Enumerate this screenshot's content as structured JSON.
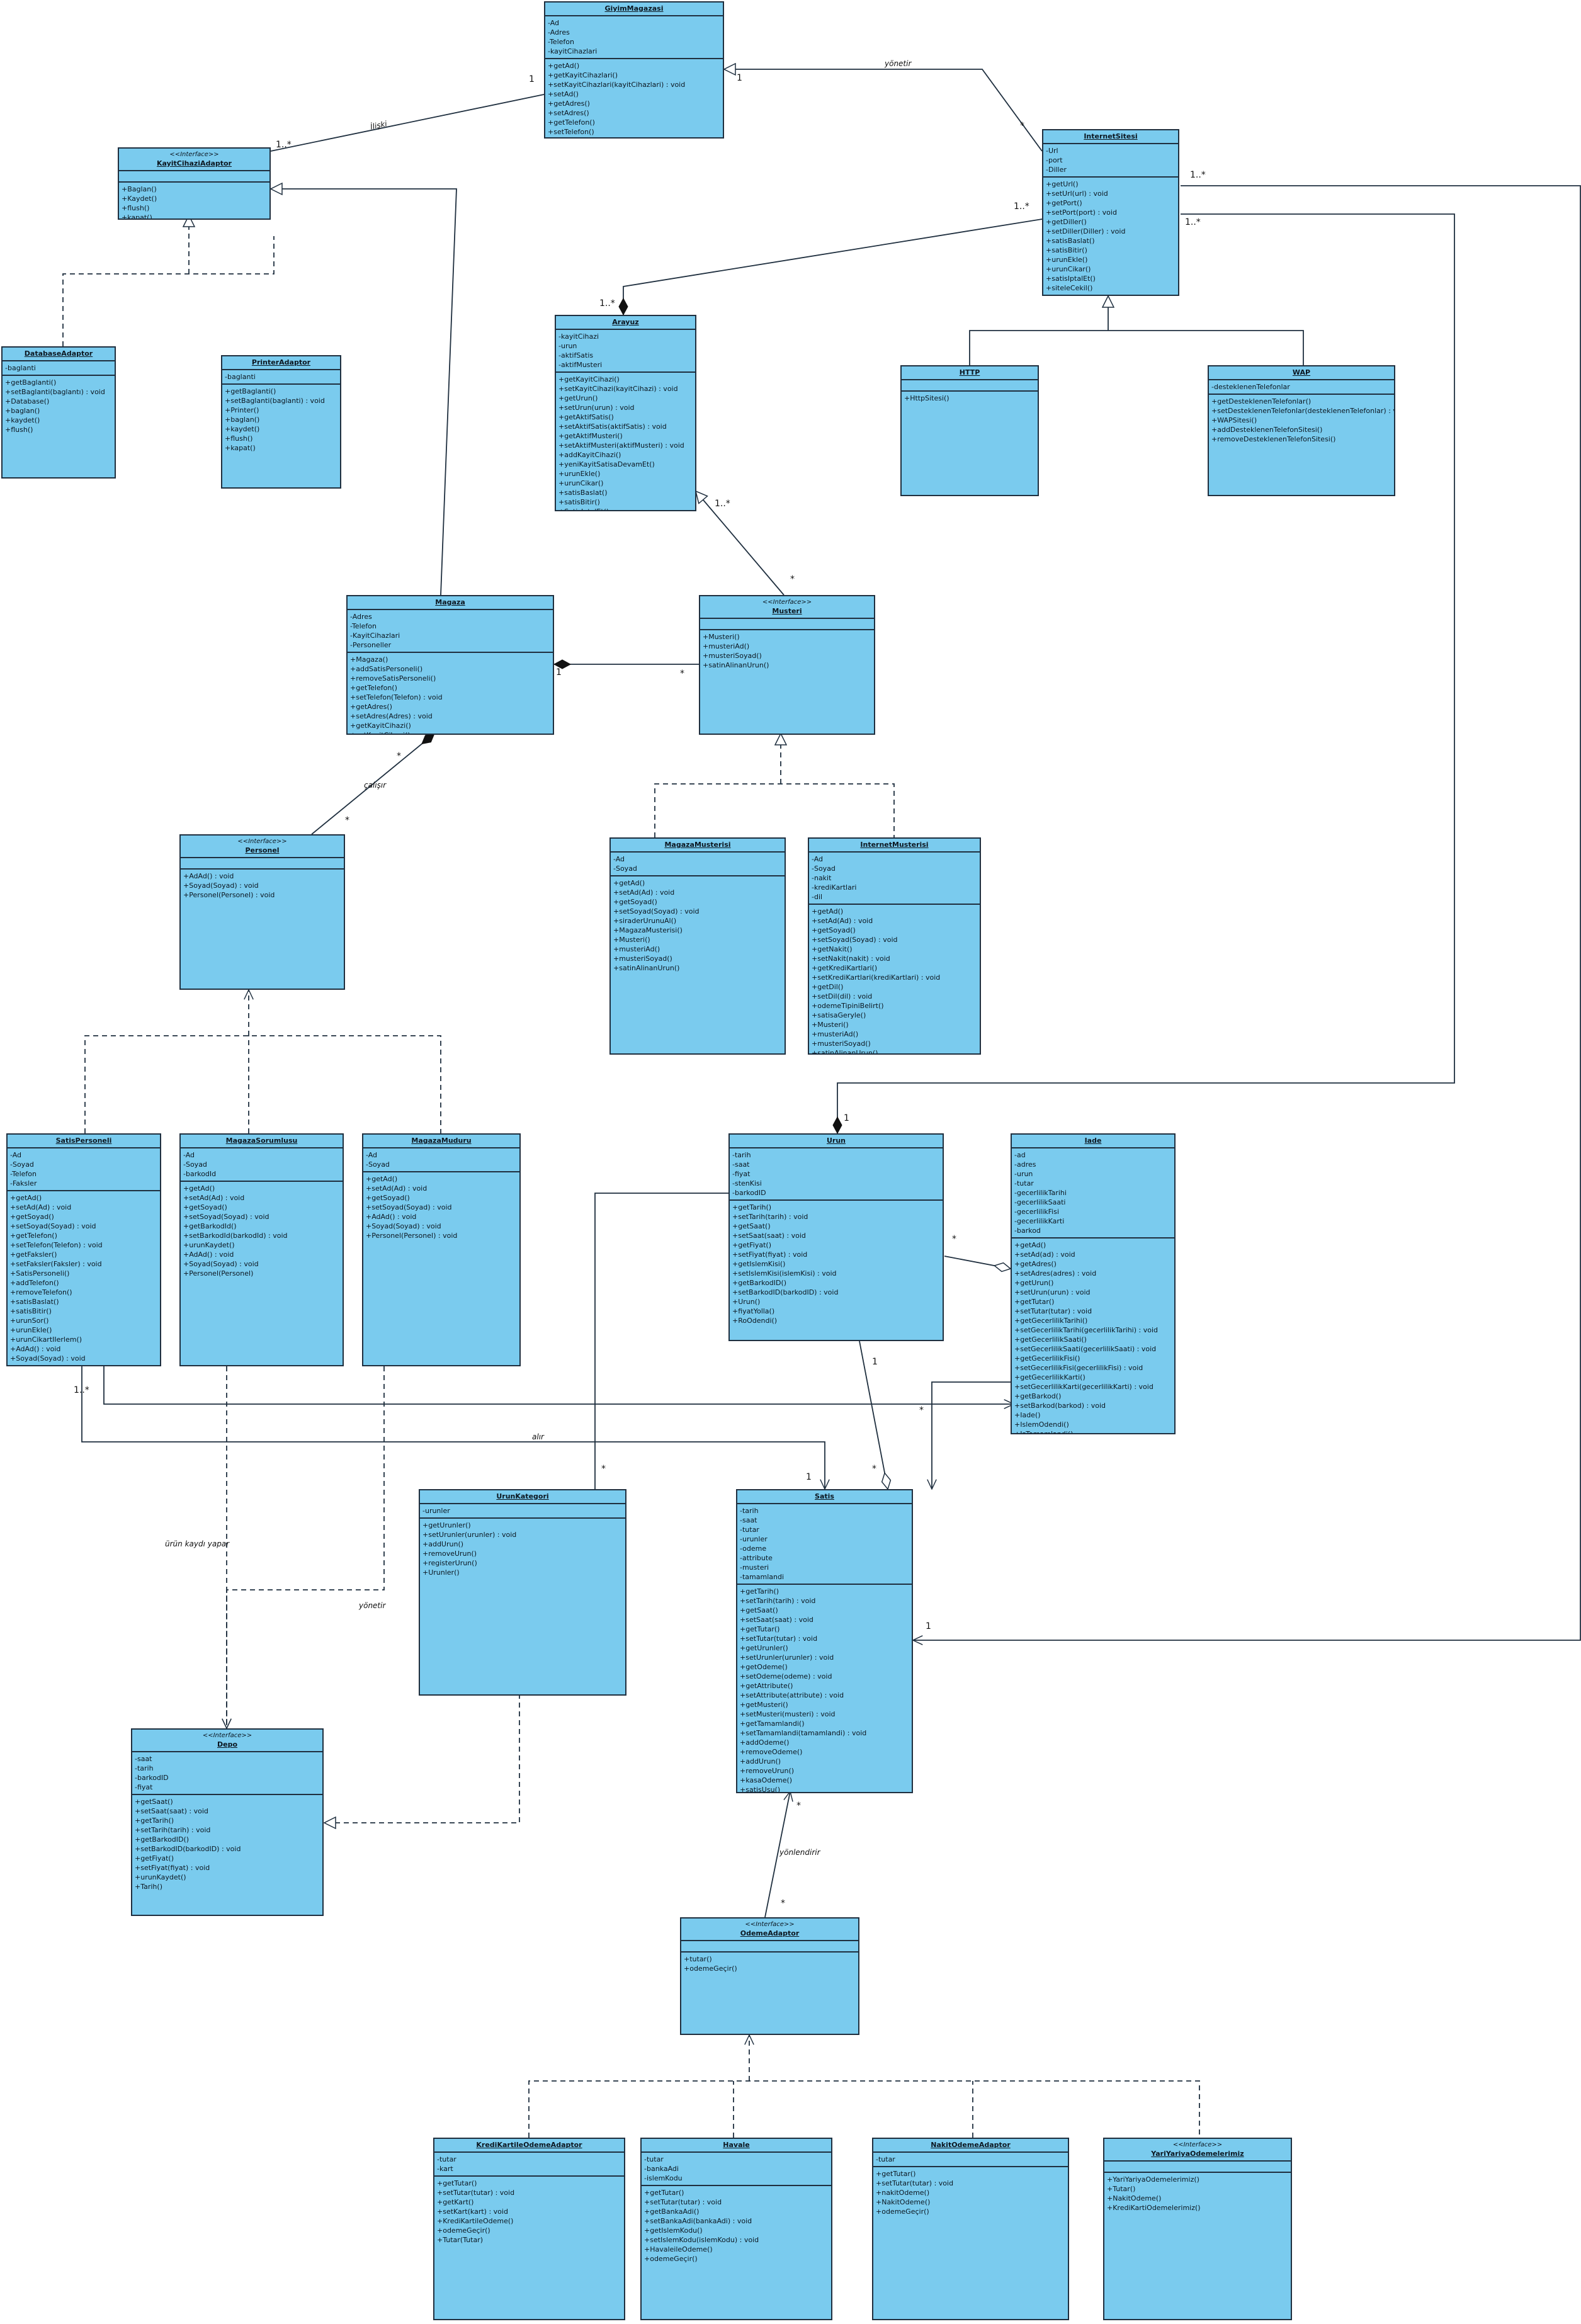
{
  "classes": [
    {
      "id": "GiyimMagazasi",
      "stereotype": "",
      "name": "GiyimMagazasi",
      "attrs": [
        "-Ad",
        "-Adres",
        "-Telefon",
        "-kayitCihazlari"
      ],
      "ops": [
        "+getAd()",
        "+getKayitCihazlari()",
        "+setKayitCihazlari(kayitCihazlari) : void",
        "+setAd()",
        "+getAdres()",
        "+setAdres()",
        "+getTelefon()",
        "+setTelefon()"
      ]
    },
    {
      "id": "InternetSitesi",
      "stereotype": "",
      "name": "InternetSitesi",
      "attrs": [
        "-Url",
        "-port",
        "-Diller"
      ],
      "ops": [
        "+getUrl()",
        "+setUrl(url) : void",
        "+getPort()",
        "+setPort(port) : void",
        "+getDiller()",
        "+setDiller(Diller) : void",
        "+satisBaslat()",
        "+satisBitir()",
        "+urunEkle()",
        "+urunCikar()",
        "+satisIptalEt()",
        "+siteleCekil()"
      ]
    },
    {
      "id": "KayitCihaziAdaptor",
      "stereotype": "<<Interface>>",
      "name": "KayitCihaziAdaptor",
      "attrs": [],
      "ops": [
        "+Baglan()",
        "+Kaydet()",
        "+flush()",
        "+kapat()"
      ]
    },
    {
      "id": "DatabaseAdaptor",
      "stereotype": "",
      "name": "DatabaseAdaptor",
      "attrs": [
        "-baglanti"
      ],
      "ops": [
        "+getBaglanti()",
        "+setBaglanti(baglantı) : void",
        "+Database()",
        "+baglan()",
        "+kaydet()",
        "+flush()"
      ]
    },
    {
      "id": "PrinterAdaptor",
      "stereotype": "",
      "name": "PrinterAdaptor",
      "attrs": [
        "-baglanti"
      ],
      "ops": [
        "+getBaglanti()",
        "+setBaglanti(baglanti) : void",
        "+Printer()",
        "+baglan()",
        "+kaydet()",
        "+flush()",
        "+kapat()"
      ]
    },
    {
      "id": "Arayuz",
      "stereotype": "",
      "name": "Arayuz",
      "attrs": [
        "-kayitCihazi",
        "-urun",
        "-aktifSatis",
        "-aktifMusteri"
      ],
      "ops": [
        "+getKayitCihazi()",
        "+setKayitCihazi(kayitCihazi) : void",
        "+getUrun()",
        "+setUrun(urun) : void",
        "+getAktifSatis()",
        "+setAktifSatis(aktifSatis) : void",
        "+getAktifMusteri()",
        "+setAktifMusteri(aktifMusteri) : void",
        "+addKayitCihazi()",
        "+yeniKayitSatisaDevamEt()",
        "+urunEkle()",
        "+urunCikar()",
        "+satisBaslat()",
        "+satisBitir()",
        "+SatisIptalEt()"
      ]
    },
    {
      "id": "HTTP",
      "stereotype": "",
      "name": "HTTP",
      "attrs": [],
      "ops": [
        "+HttpSitesi()"
      ]
    },
    {
      "id": "WAP",
      "stereotype": "",
      "name": "WAP",
      "attrs": [
        "-desteklenenTelefonlar"
      ],
      "ops": [
        "+getDesteklenenTelefonlar()",
        "+setDesteklenenTelefonlar(desteklenenTelefonlar) : void",
        "+WAPSitesi()",
        "+addDesteklenenTelefonSitesi()",
        "+removeDesteklenenTelefonSitesi()"
      ]
    },
    {
      "id": "Magaza",
      "stereotype": "",
      "name": "Magaza",
      "attrs": [
        "-Adres",
        "-Telefon",
        "-KayitCihazlari",
        "-Personeller"
      ],
      "ops": [
        "+Magaza()",
        "+addSatisPersoneli()",
        "+removeSatisPersoneli()",
        "+getTelefon()",
        "+setTelefon(Telefon) : void",
        "+getAdres()",
        "+setAdres(Adres) : void",
        "+getKayitCihazi()",
        "+setKayitCihazi()"
      ]
    },
    {
      "id": "Musteri",
      "stereotype": "<<Interface>>",
      "name": "Musteri",
      "attrs": [],
      "ops": [
        "+Musteri()",
        "+musteriAd()",
        "+musteriSoyad()",
        "+satinAlinanUrun()"
      ]
    },
    {
      "id": "Personel",
      "stereotype": "<<Interface>>",
      "name": "Personel",
      "attrs": [],
      "ops": [
        "+AdAd() : void",
        "+Soyad(Soyad) : void",
        "+Personel(Personel) : void"
      ]
    },
    {
      "id": "MagazaMusterisi",
      "stereotype": "",
      "name": "MagazaMusterisi",
      "attrs": [
        "-Ad",
        "-Soyad"
      ],
      "ops": [
        "+getAd()",
        "+setAd(Ad) : void",
        "+getSoyad()",
        "+setSoyad(Soyad) : void",
        "+siraderUrunuAl()",
        "+MagazaMusterisi()",
        "+Musteri()",
        "+musteriAd()",
        "+musteriSoyad()",
        "+satinAlinanUrun()"
      ]
    },
    {
      "id": "InternetMusterisi",
      "stereotype": "",
      "name": "InternetMusterisi",
      "attrs": [
        "-Ad",
        "-Soyad",
        "-nakit",
        "-krediKartlari",
        "-dil"
      ],
      "ops": [
        "+getAd()",
        "+setAd(Ad) : void",
        "+getSoyad()",
        "+setSoyad(Soyad) : void",
        "+getNakit()",
        "+setNakit(nakit) : void",
        "+getKrediKartlari()",
        "+setKrediKartlari(krediKartlari) : void",
        "+getDil()",
        "+setDil(dil) : void",
        "+odemeTipiniBelirt()",
        "+satisaGeryle()",
        "+Musteri()",
        "+musteriAd()",
        "+musteriSoyad()",
        "+satinAlinanUrun()"
      ]
    },
    {
      "id": "SatisPersoneli",
      "stereotype": "",
      "name": "SatisPersoneli",
      "attrs": [
        "-Ad",
        "-Soyad",
        "-Telefon",
        "-Faksler"
      ],
      "ops": [
        "+getAd()",
        "+setAd(Ad) : void",
        "+getSoyad()",
        "+setSoyad(Soyad) : void",
        "+getTelefon()",
        "+setTelefon(Telefon) : void",
        "+getFaksler()",
        "+setFaksler(Faksler) : void",
        "+SatisPersoneli()",
        "+addTelefon()",
        "+removeTelefon()",
        "+satisBaslat()",
        "+satisBitir()",
        "+urunSor()",
        "+urunEkle()",
        "+urunCikartIIerlem()",
        "+AdAd() : void",
        "+Soyad(Soyad) : void",
        "+Personel(Personel) : void"
      ]
    },
    {
      "id": "MagazaSorumlusu",
      "stereotype": "",
      "name": "MagazaSorumlusu",
      "attrs": [
        "-Ad",
        "-Soyad",
        "-barkodId"
      ],
      "ops": [
        "+getAd()",
        "+setAd(Ad) : void",
        "+getSoyad()",
        "+setSoyad(Soyad) : void",
        "+getBarkodId()",
        "+setBarkodId(barkodId) : void",
        "+urunKaydet()",
        "+AdAd() : void",
        "+Soyad(Soyad) : void",
        "+Personel(Personel)"
      ]
    },
    {
      "id": "MagazaMuduru",
      "stereotype": "",
      "name": "MagazaMuduru",
      "attrs": [
        "-Ad",
        "-Soyad"
      ],
      "ops": [
        "+getAd()",
        "+setAd(Ad) : void",
        "+getSoyad()",
        "+setSoyad(Soyad) : void",
        "+AdAd() : void",
        "+Soyad(Soyad) : void",
        "+Personel(Personel) : void"
      ]
    },
    {
      "id": "Urun",
      "stereotype": "",
      "name": "Urun",
      "attrs": [
        "-tarih",
        "-saat",
        "-fiyat",
        "-stenKisi",
        "-barkodID"
      ],
      "ops": [
        "+getTarih()",
        "+setTarih(tarih) : void",
        "+getSaat()",
        "+setSaat(saat) : void",
        "+getFiyat()",
        "+setFiyat(fiyat) : void",
        "+getIslemKisi()",
        "+setIslemKisi(islemKisi) : void",
        "+getBarkodID()",
        "+setBarkodID(barkodID) : void",
        "+Urun()",
        "+fiyatYolla()",
        "+RoOdendi()"
      ]
    },
    {
      "id": "Iade",
      "stereotype": "",
      "name": "Iade",
      "attrs": [
        "-ad",
        "-adres",
        "-urun",
        "-tutar",
        "-gecerlilikTarihi",
        "-gecerlilikSaati",
        "-gecerlilikFisi",
        "-gecerlilikKarti",
        "-barkod"
      ],
      "ops": [
        "+getAd()",
        "+setAd(ad) : void",
        "+getAdres()",
        "+setAdres(adres) : void",
        "+getUrun()",
        "+setUrun(urun) : void",
        "+getTutar()",
        "+setTutar(tutar) : void",
        "+getGecerlilikTarihi()",
        "+setGecerlilikTarihi(gecerlilikTarihi) : void",
        "+getGecerlilikSaati()",
        "+setGecerlilikSaati(gecerlilikSaati) : void",
        "+getGecerlilikFisi()",
        "+setGecerlilikFisi(gecerlilikFisi) : void",
        "+getGecerlilikKarti()",
        "+setGecerlilikKarti(gecerlilikKarti) : void",
        "+getBarkod()",
        "+setBarkod(barkod) : void",
        "+Iade()",
        "+IslemOdendi()",
        "+IsTamamlandi()"
      ]
    },
    {
      "id": "UrunKategori",
      "stereotype": "",
      "name": "UrunKategori",
      "attrs": [
        "-urunler"
      ],
      "ops": [
        "+getUrunler()",
        "+setUrunler(urunler) : void",
        "+addUrun()",
        "+removeUrun()",
        "+registerUrun()",
        "+Urunler()"
      ]
    },
    {
      "id": "Satis",
      "stereotype": "",
      "name": "Satis",
      "attrs": [
        "-tarih",
        "-saat",
        "-tutar",
        "-urunler",
        "-odeme",
        "-attribute",
        "-musteri",
        "-tamamlandi"
      ],
      "ops": [
        "+getTarih()",
        "+setTarih(tarih) : void",
        "+getSaat()",
        "+setSaat(saat) : void",
        "+getTutar()",
        "+setTutar(tutar) : void",
        "+getUrunler()",
        "+setUrunler(urunler) : void",
        "+getOdeme()",
        "+setOdeme(odeme) : void",
        "+getAttribute()",
        "+setAttribute(attribute) : void",
        "+getMusteri()",
        "+setMusteri(musteri) : void",
        "+getTamamlandi()",
        "+setTamamlandi(tamamlandi) : void",
        "+addOdeme()",
        "+removeOdeme()",
        "+addUrun()",
        "+removeUrun()",
        "+kasaOdeme()",
        "+satisUsu()"
      ]
    },
    {
      "id": "Depo",
      "stereotype": "<<Interface>>",
      "name": "Depo",
      "attrs": [
        "-saat",
        "-tarih",
        "-barkodID",
        "-fiyat"
      ],
      "ops": [
        "+getSaat()",
        "+setSaat(saat) : void",
        "+getTarih()",
        "+setTarih(tarih) : void",
        "+getBarkodID()",
        "+setBarkodID(barkodID) : void",
        "+getFiyat()",
        "+setFiyat(fiyat) : void",
        "+urunKaydet()",
        "+Tarih()"
      ]
    },
    {
      "id": "OdemeAdaptor",
      "stereotype": "<<Interface>>",
      "name": "OdemeAdaptor",
      "attrs": [],
      "ops": [
        "+tutar()",
        "+odemeGeçir()"
      ]
    },
    {
      "id": "KrediKartileOdemeAdaptor",
      "stereotype": "",
      "name": "KrediKartileOdemeAdaptor",
      "attrs": [
        "-tutar",
        "-kart"
      ],
      "ops": [
        "+getTutar()",
        "+setTutar(tutar) : void",
        "+getKart()",
        "+setKart(kart) : void",
        "+KrediKartileOdeme()",
        "+odemeGeçir()",
        "+Tutar(Tutar)"
      ]
    },
    {
      "id": "Havale",
      "stereotype": "",
      "name": "Havale",
      "attrs": [
        "-tutar",
        "-bankaAdi",
        "-islemKodu"
      ],
      "ops": [
        "+getTutar()",
        "+setTutar(tutar) : void",
        "+getBankaAdi()",
        "+setBankaAdi(bankaAdi) : void",
        "+getIslemKodu()",
        "+setIslemKodu(islemKodu) : void",
        "+HavaleileOdeme()",
        "+odemeGeçir()"
      ]
    },
    {
      "id": "NakitOdemeAdaptor",
      "stereotype": "",
      "name": "NakitOdemeAdaptor",
      "attrs": [
        "-tutar"
      ],
      "ops": [
        "+getTutar()",
        "+setTutar(tutar) : void",
        "+nakitOdeme()",
        "+NakitOdeme()",
        "+odemeGeçir()"
      ]
    },
    {
      "id": "YariYariyaOdemelerimiz",
      "stereotype": "<<Interface>>",
      "name": "YariYariyaOdemelerimiz",
      "attrs": [],
      "ops": [
        "+YariYariyaOdemelerimiz()",
        "+Tutar()",
        "+NakitOdeme()",
        "+KrediKartiOdemelerimiz()"
      ]
    }
  ],
  "labels": [
    {
      "id": "iliskiGiyimKayit",
      "text": "İlişki"
    },
    {
      "id": "yonetSite",
      "text": "yönetir"
    },
    {
      "id": "calisir",
      "text": "çalışır"
    },
    {
      "id": "alir",
      "text": "alır"
    },
    {
      "id": "urunKaydi",
      "text": "ürün kaydı yapar"
    },
    {
      "id": "yonetDepo",
      "text": "yönetir"
    },
    {
      "id": "yonlendirir",
      "text": "yönlendirir"
    }
  ],
  "multiplicities": [
    {
      "id": "m1",
      "text": "1"
    },
    {
      "id": "m2",
      "text": "1..*"
    },
    {
      "id": "m3",
      "text": "1"
    },
    {
      "id": "m4",
      "text": "*"
    },
    {
      "id": "m5",
      "text": "1..*"
    },
    {
      "id": "m6",
      "text": "1..*"
    },
    {
      "id": "m7",
      "text": "1..*"
    },
    {
      "id": "m8",
      "text": "1..*"
    },
    {
      "id": "m9",
      "text": "1..*"
    },
    {
      "id": "m10",
      "text": "*"
    },
    {
      "id": "m11",
      "text": "1"
    },
    {
      "id": "m12",
      "text": "*"
    },
    {
      "id": "m13",
      "text": "*"
    },
    {
      "id": "m14",
      "text": "*"
    },
    {
      "id": "m15",
      "text": "1"
    },
    {
      "id": "m16",
      "text": "*"
    },
    {
      "id": "m17",
      "text": "1"
    },
    {
      "id": "m18",
      "text": "*"
    },
    {
      "id": "m19",
      "text": "1..*"
    },
    {
      "id": "m20",
      "text": "*"
    },
    {
      "id": "m21",
      "text": "1"
    },
    {
      "id": "m22",
      "text": "*"
    },
    {
      "id": "m23",
      "text": "1"
    },
    {
      "id": "m24",
      "text": "*"
    },
    {
      "id": "m25",
      "text": "*"
    }
  ],
  "colors": {
    "class_fill": "#7acbee",
    "line": "#1f2f3f"
  }
}
